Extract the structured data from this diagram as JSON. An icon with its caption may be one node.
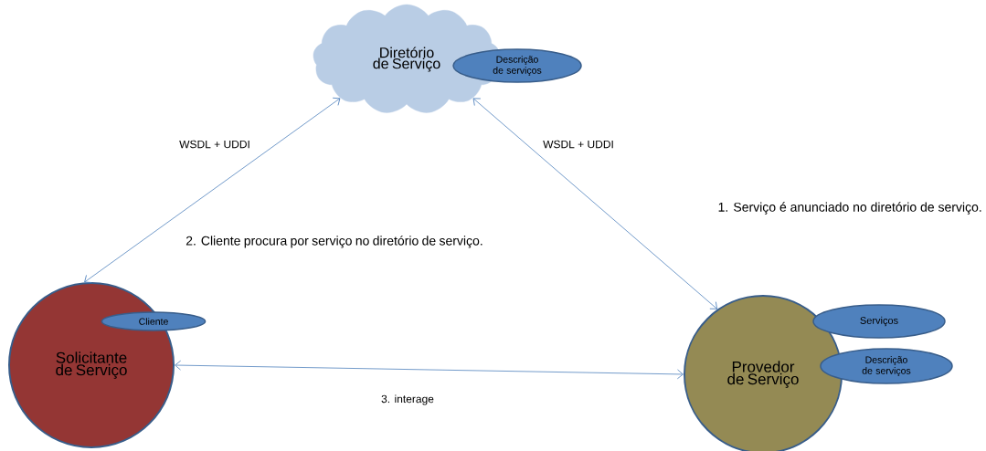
{
  "diagram": {
    "nodes": [
      {
        "text": [
          "Diretório de Serviço"
        ]
      },
      {
        "text": [
          "Descrição de serviços"
        ]
      },
      {
        "text": [
          "Solicitante de Serviço"
        ]
      },
      {
        "text": [
          "Cliente"
        ]
      },
      {
        "text": [
          "Provedor de Serviço"
        ]
      },
      {
        "text": [
          "Serviços"
        ]
      },
      {
        "text": [
          "Descrição de serviços"
        ]
      }
    ],
    "edges": [
      {
        "from": 0,
        "to": 2,
        "arrow": "both",
        "label": "WSDL + UDDI"
      },
      {
        "from": 0,
        "to": 4,
        "arrow": "both",
        "label": "WSDL + UDDI"
      },
      {
        "from": 2,
        "to": 4,
        "arrow": "both",
        "label": "3. interage"
      }
    ],
    "labels": [
      "1. Serviço é anunciado no diretório de serviço.",
      "2. Cliente procura por serviço no  diretório de serviço."
    ]
  }
}
